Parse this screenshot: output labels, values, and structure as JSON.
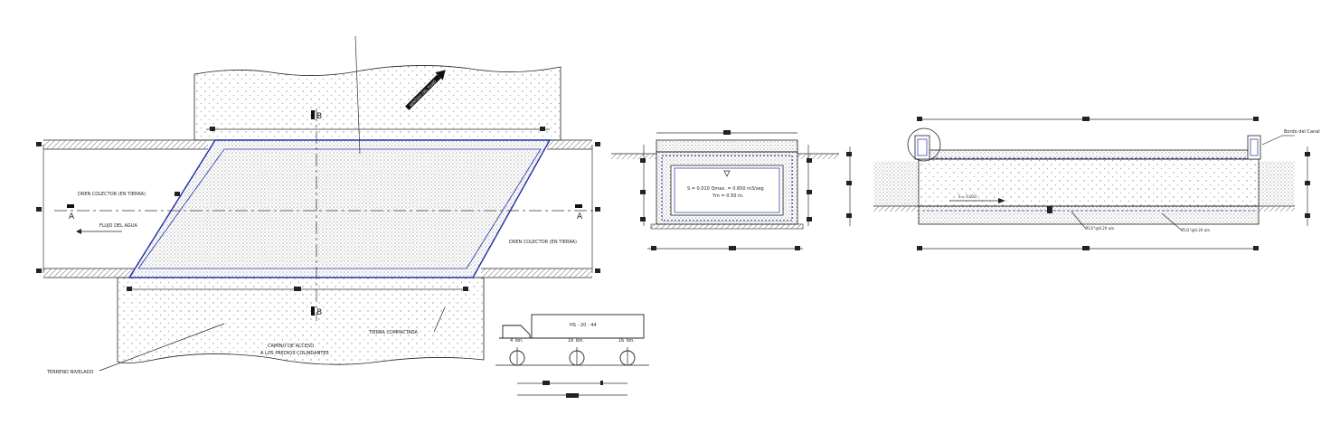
{
  "plan": {
    "section_mark_top": "B",
    "section_mark_bottom": "B",
    "section_mark_left": "A",
    "section_mark_right": "A",
    "dren_left": "DREN COLECTOR (EN TIERRA)",
    "dren_right": "DREN COLECTOR (EN TIERRA)",
    "flujo": "FLUJO DEL AGUA",
    "tierra": "TIERRA COMPACTADA",
    "camino_line1": "CAMINO DE ACCESO",
    "camino_line2": "A LOS PREDIOS COLINDANTES",
    "terreno": "TERRENO NIVELADO",
    "direction_label": "SENTIDO DEL FLUJO"
  },
  "section_a": {
    "formula_line1": "S = 0.010   Qmax. = 0.650 m3/seg",
    "formula_line2": "Ym = 0.50 m."
  },
  "section_b": {
    "bordo": "Bordo del Canal",
    "rebar1": "Ø1/2\"@0.20 a/a",
    "rebar2": "Ø1/2\"@0.20 a/a",
    "slope": "S = 0.010"
  },
  "truck": {
    "title": "HS - 20 - 44",
    "axle1": "4 Ton.",
    "axle2": "16 Ton.",
    "axle3": "16 Ton."
  },
  "colors": {
    "line": "#1a1a1a",
    "accent": "#1f2fa8",
    "dim": "#c0392b",
    "fill_dots": "#9a9a9a"
  }
}
